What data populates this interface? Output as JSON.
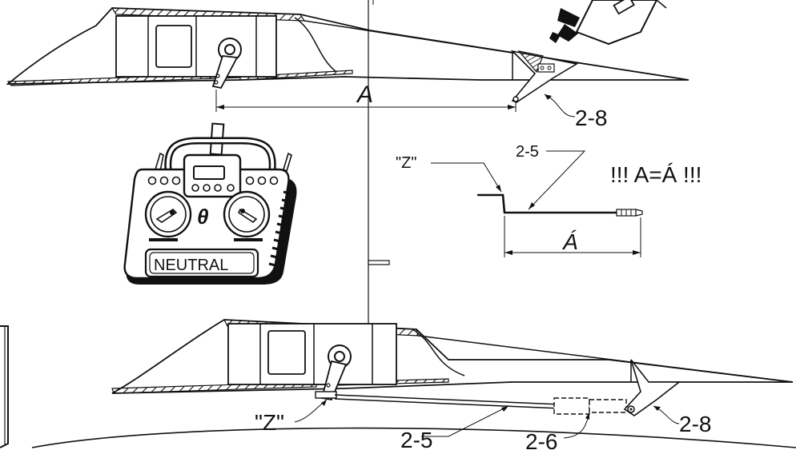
{
  "labels": {
    "dimension_a": "A",
    "dimension_a_prime": "Á",
    "equation": "!!! A=Á !!!",
    "z_top": "\"Z\"",
    "z_bottom": "\"Z\"",
    "part_2_5_top": "2-5",
    "part_2_5_bottom": "2-5",
    "part_2_6": "2-6",
    "part_2_8_top": "2-8",
    "part_2_8_bottom": "2-8",
    "neutral": "NEUTRAL",
    "transmitter_logo": "θ"
  },
  "colors": {
    "line": "#111111",
    "background": "#ffffff"
  }
}
